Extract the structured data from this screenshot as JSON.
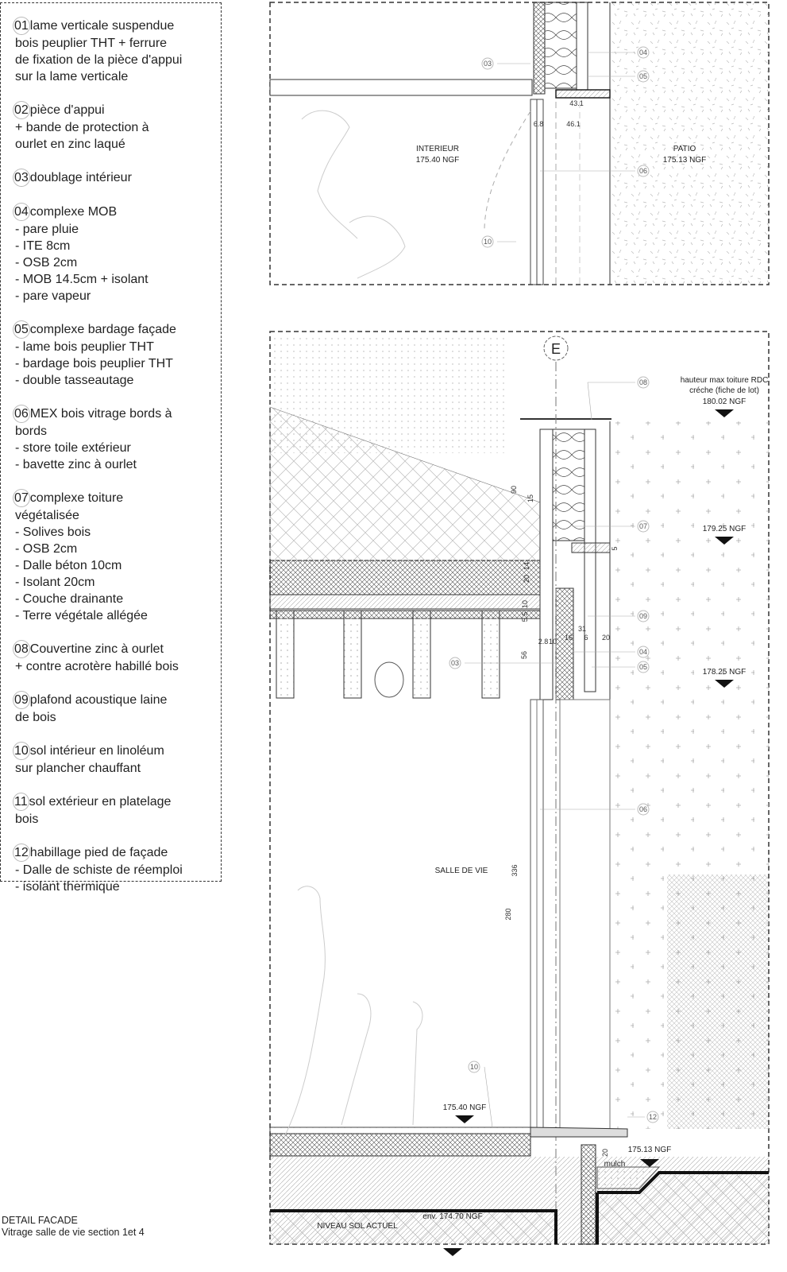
{
  "legend": {
    "items": [
      {
        "num": "01",
        "lines": [
          "lame verticale suspendue",
          "bois peuplier THT  + ferrure",
          "de fixation de la pièce d'appui",
          "sur la lame verticale"
        ]
      },
      {
        "num": "02",
        "lines": [
          "pièce d'appui",
          "+ bande de protection à",
          "ourlet en zinc laqué"
        ]
      },
      {
        "num": "03",
        "lines": [
          "doublage intérieur"
        ]
      },
      {
        "num": "04",
        "lines": [
          "complexe MOB",
          "- pare pluie",
          "- ITE 8cm",
          "- OSB 2cm",
          "- MOB 14.5cm + isolant",
          "- pare vapeur"
        ]
      },
      {
        "num": "05",
        "lines": [
          "complexe bardage façade",
          "- lame bois peuplier THT",
          "- bardage bois peuplier THT",
          "- double tasseautage"
        ]
      },
      {
        "num": "06",
        "lines": [
          "MEX bois vitrage bords à",
          "bords",
          "- store toile extérieur",
          "- bavette zinc à ourlet"
        ]
      },
      {
        "num": "07",
        "lines": [
          "complexe toiture",
          "végétalisée",
          "- Solives bois",
          "- OSB 2cm",
          "- Dalle béton 10cm",
          "- Isolant 20cm",
          "- Couche drainante",
          "- Terre végétale allégée"
        ]
      },
      {
        "num": "08",
        "lines": [
          "Couvertine zinc à ourlet",
          "+ contre acrotère habillé bois"
        ]
      },
      {
        "num": "09",
        "lines": [
          "plafond acoustique laine",
          "de bois"
        ]
      },
      {
        "num": "10",
        "lines": [
          "sol intérieur en linoléum",
          "sur plancher chauffant"
        ]
      },
      {
        "num": "11",
        "lines": [
          "sol extérieur en platelage",
          "bois"
        ]
      },
      {
        "num": "12",
        "lines": [
          "habillage pied de façade",
          "- Dalle de schiste de réemploi",
          "- isolant thermique"
        ]
      }
    ]
  },
  "top_detail": {
    "tags": {
      "t03": "03",
      "t04": "04",
      "t05": "05",
      "t06": "06",
      "t10": "10"
    },
    "dims": {
      "d1": "43.1",
      "d2": "6.8",
      "d3": "46.1"
    },
    "interior": [
      "INTERIEUR",
      "175.40 NGF"
    ],
    "patio": [
      "PATIO",
      "175.13 NGF"
    ]
  },
  "bottom_detail": {
    "axis": "E",
    "tags": {
      "t08": "08",
      "t07": "07",
      "t09": "09",
      "t04": "04",
      "t05": "05",
      "t03": "03",
      "t06": "06",
      "t10": "10",
      "t12": "12"
    },
    "roof_level": [
      "hauteur max toiture RDC",
      "créche (fiche de lot)",
      "180.02 NGF"
    ],
    "level_1": "179.25 NGF",
    "level_2": "178.25 NGF",
    "floor_level": "175.40 NGF",
    "patio_level": "175.13 NGF",
    "ground_level": "env. 174.70 NGF",
    "room": "SALLE DE VIE",
    "ground_label": "NIVEAU SOL ACTUEL",
    "mulch": "mulch",
    "dims": {
      "a": "90",
      "b": "15",
      "c": "5",
      "d": "14",
      "e": "20",
      "f": "10",
      "g": "5.5",
      "h": "56",
      "i": "2.8",
      "j": "10",
      "k": "16",
      "l": "6",
      "m": "20",
      "n": "31",
      "o": "336",
      "p": "280",
      "q": "20"
    }
  },
  "caption": {
    "title": "DETAIL FACADE",
    "subtitle": "Vitrage salle de vie section 1et 4"
  },
  "colors": {
    "line": "#222222",
    "hatch": "#999999",
    "frame": "#333333"
  }
}
